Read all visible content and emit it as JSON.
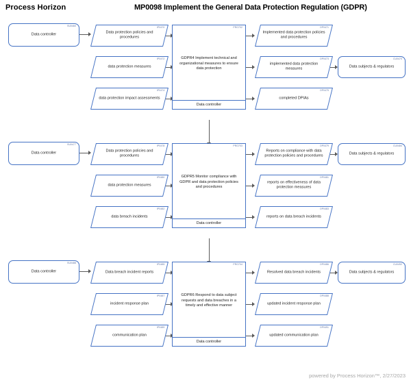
{
  "header": {
    "brand": "Process Horizon",
    "title": "MP0098 Implement the General Data Protection Regulation (GDPR)"
  },
  "footer": {
    "text": "powered by Process Horizon™, 2/27/2023"
  },
  "colors": {
    "node_border": "#4472C4",
    "connector": "#595959",
    "code_text": "#5a6fa0",
    "footer_text": "#a6a6a6"
  },
  "rows": [
    {
      "supplier": {
        "code": "SU0460",
        "label": "Data controller"
      },
      "inputs": [
        {
          "code": "IP0470",
          "label": "Data protection policies and procedures"
        },
        {
          "code": "IP0472",
          "label": "data protection measures"
        },
        {
          "code": "IP0474",
          "label": "data protection impact assessments"
        }
      ],
      "process": {
        "code": "PRO702",
        "label": "GDPR4 Implement technical and organizational measures to ensure data protection",
        "owner": "Data controller"
      },
      "outputs": [
        {
          "code": "OP0471",
          "label": "Implemented data protection policies and procedures"
        },
        {
          "code": "OP0473",
          "label": "implemented data protection measures"
        },
        {
          "code": "OP0475",
          "label": "completed DPIAs"
        }
      ],
      "customer": {
        "code": "CU0470",
        "label": "Data subjects & regulators"
      }
    },
    {
      "supplier": {
        "code": "SU0477",
        "label": "Data controller"
      },
      "inputs": [
        {
          "code": "IP0478",
          "label": "Data protection policies and procedures"
        },
        {
          "code": "IP0480",
          "label": "data protection measures"
        },
        {
          "code": "IP0482",
          "label": "data breach incidents"
        }
      ],
      "process": {
        "code": "PRO703",
        "label": "GDPR5 Monitor compliance with GDPR and data protection policies and procedures",
        "owner": "Data controller"
      },
      "outputs": [
        {
          "code": "OP0479",
          "label": "Reports on compliance with data protection policies and procedures"
        },
        {
          "code": "OP0481",
          "label": "reports on effectiveness of data protection measures"
        },
        {
          "code": "OP0483",
          "label": "reports on data breach incidents"
        }
      ],
      "customer": {
        "code": "CU0484",
        "label": "Data subjects & regulators"
      }
    },
    {
      "supplier": {
        "code": "SU0488",
        "label": "Data controller"
      },
      "inputs": [
        {
          "code": "IP0485",
          "label": "Data breach incident reports"
        },
        {
          "code": "IP0487",
          "label": "incident response plan"
        },
        {
          "code": "IP0489",
          "label": "communication plan"
        }
      ],
      "process": {
        "code": "PRO704",
        "label": "GDPR6 Respond to data subject requests and data breaches in a timely and effective manner",
        "owner": "Data controller"
      },
      "outputs": [
        {
          "code": "OP0486",
          "label": "Resolved data breach incidents"
        },
        {
          "code": "OP0488",
          "label": "updated incident response plan"
        },
        {
          "code": "OP0491",
          "label": "updated communication plan"
        }
      ],
      "customer": {
        "code": "CU0492",
        "label": "Data subjects & regulators"
      }
    }
  ]
}
